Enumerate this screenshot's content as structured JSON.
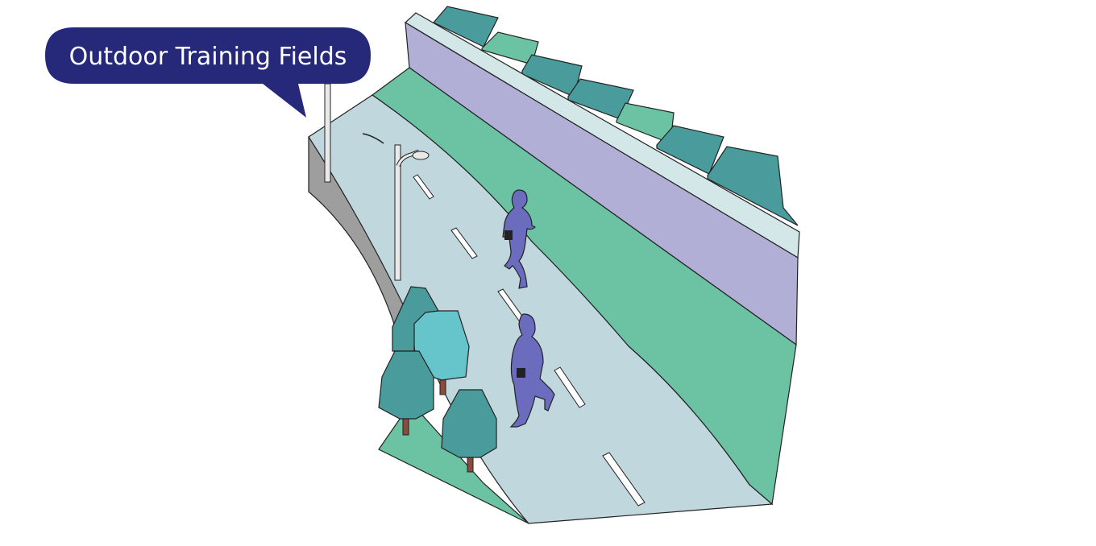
{
  "callout": {
    "label": "Outdoor Training Fields"
  },
  "scene": {
    "runners": 2,
    "trees": 4,
    "lamp_posts": 2
  },
  "colors": {
    "callout_fill": "#26287a",
    "callout_text": "#ffffff",
    "road": "#bfd7dd",
    "grass": "#6cc3a3",
    "wall": "#b1afd6",
    "wall_top": "#d3e7e9",
    "dark_tree": "#4a9b9c",
    "light_tree": "#66c4cb",
    "runner": "#6b6cbd",
    "embankment": "#9e9e9e",
    "trunk": "#8a4a3c",
    "outline": "#222222"
  }
}
